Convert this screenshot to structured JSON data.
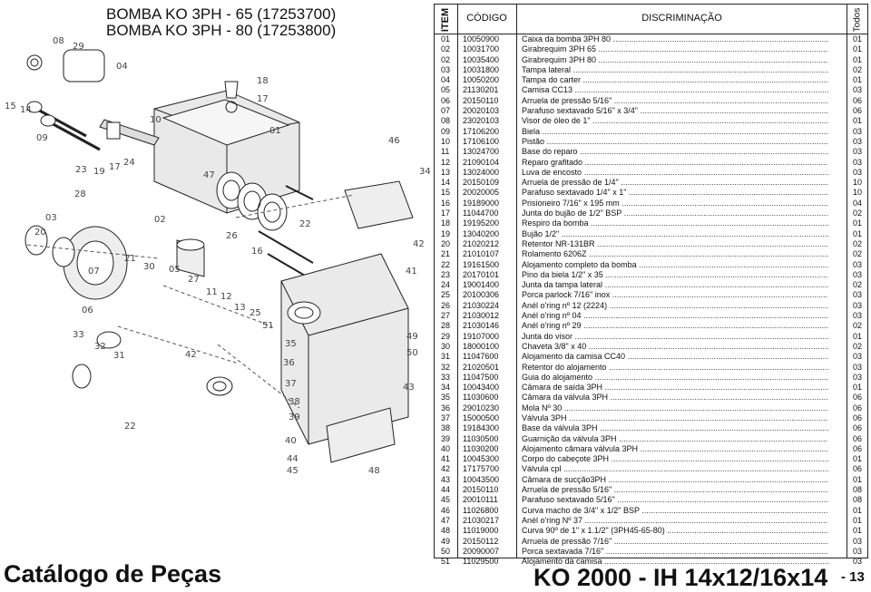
{
  "header": {
    "title_line1": "BOMBA KO 3PH - 65 (17253700)",
    "title_line2": "BOMBA KO 3PH - 80 (17253800)"
  },
  "footer": {
    "catalog_title": "Catálogo de Peças",
    "model": "KO 2000 - IH 14x12/16x14",
    "page": "- 13"
  },
  "table": {
    "headers": {
      "item": "ITEM",
      "code": "CÓDIGO",
      "description": "DISCRIMINAÇÃO",
      "qty": "Todos"
    },
    "rows": [
      {
        "item": "01",
        "code": "10050900",
        "desc": "Caixa da bomba 3PH 80",
        "qty": "01"
      },
      {
        "item": "02",
        "code": "10031700",
        "desc": "Girabrequim 3PH 65",
        "qty": "01"
      },
      {
        "item": "02",
        "code": "10035400",
        "desc": "Girabrequim 3PH 80",
        "qty": "01"
      },
      {
        "item": "03",
        "code": "10031800",
        "desc": "Tampa lateral",
        "qty": "02"
      },
      {
        "item": "04",
        "code": "10050200",
        "desc": "Tampa do carter",
        "qty": "01"
      },
      {
        "item": "05",
        "code": "21130201",
        "desc": "Camisa CC13",
        "qty": "03"
      },
      {
        "item": "06",
        "code": "20150110",
        "desc": "Arruela de pressão 5/16\"",
        "qty": "06"
      },
      {
        "item": "07",
        "code": "20020103",
        "desc": "Parafuso sextavado 5/16\" x 3/4\"",
        "qty": "06"
      },
      {
        "item": "08",
        "code": "23020103",
        "desc": "Visor de óleo de 1\"",
        "qty": "01"
      },
      {
        "item": "09",
        "code": "17106200",
        "desc": "Biela",
        "qty": "03"
      },
      {
        "item": "10",
        "code": "17106100",
        "desc": "Pistão",
        "qty": "03"
      },
      {
        "item": "11",
        "code": "13024700",
        "desc": "Base do reparo",
        "qty": "03"
      },
      {
        "item": "12",
        "code": "21090104",
        "desc": "Reparo grafitado",
        "qty": "03"
      },
      {
        "item": "13",
        "code": "13024000",
        "desc": "Luva de encosto",
        "qty": "03"
      },
      {
        "item": "14",
        "code": "20150109",
        "desc": "Arruela de pressão de 1/4\"",
        "qty": "10"
      },
      {
        "item": "15",
        "code": "20020005",
        "desc": "Parafuso sextavado 1/4\" x 1\"",
        "qty": "10"
      },
      {
        "item": "16",
        "code": "19189000",
        "desc": "Prisioneiro 7/16\" x 195 mm",
        "qty": "04"
      },
      {
        "item": "17",
        "code": "11044700",
        "desc": "Junta do bujão de 1/2\" BSP",
        "qty": "02"
      },
      {
        "item": "18",
        "code": "19195200",
        "desc": "Respiro da bomba",
        "qty": "01"
      },
      {
        "item": "19",
        "code": "13040200",
        "desc": "Bujão 1/2\"",
        "qty": "01"
      },
      {
        "item": "20",
        "code": "21020212",
        "desc": "Retentor NR-131BR",
        "qty": "02"
      },
      {
        "item": "21",
        "code": "21010107",
        "desc": "Rolamento 6206Z",
        "qty": "02"
      },
      {
        "item": "22",
        "code": "19161500",
        "desc": "Alojamento completo da bomba",
        "qty": "03"
      },
      {
        "item": "23",
        "code": "20170101",
        "desc": "Pino da biela 1/2\" x 35",
        "qty": "03"
      },
      {
        "item": "24",
        "code": "19001400",
        "desc": "Junta da tampa lateral",
        "qty": "02"
      },
      {
        "item": "25",
        "code": "20100306",
        "desc": "Porca parlock 7/16\" inox",
        "qty": "03"
      },
      {
        "item": "26",
        "code": "21030224",
        "desc": "Anél o'ring nº 12 (2224)",
        "qty": "03"
      },
      {
        "item": "27",
        "code": "21030012",
        "desc": "Anél o'ring nº 04",
        "qty": "03"
      },
      {
        "item": "28",
        "code": "21030146",
        "desc": "Anél o'ring nº 29",
        "qty": "02"
      },
      {
        "item": "29",
        "code": "19107000",
        "desc": "Junta do visor",
        "qty": "01"
      },
      {
        "item": "30",
        "code": "18000100",
        "desc": "Chaveta 3/8\" x 40",
        "qty": "02"
      },
      {
        "item": "31",
        "code": "11047600",
        "desc": "Alojamento da camisa CC40",
        "qty": "03"
      },
      {
        "item": "32",
        "code": "21020501",
        "desc": "Retentor do alojamento",
        "qty": "03"
      },
      {
        "item": "33",
        "code": "11047500",
        "desc": "Guia do alojamento",
        "qty": "03"
      },
      {
        "item": "34",
        "code": "10043400",
        "desc": "Câmara de saída 3PH",
        "qty": "01"
      },
      {
        "item": "35",
        "code": "11030600",
        "desc": "Câmara da válvula 3PH",
        "qty": "06"
      },
      {
        "item": "36",
        "code": "29010230",
        "desc": "Mola Nº 30",
        "qty": "06"
      },
      {
        "item": "37",
        "code": "15000500",
        "desc": "Válvula 3PH",
        "qty": "06"
      },
      {
        "item": "38",
        "code": "19184300",
        "desc": "Base da válvula 3PH",
        "qty": "06"
      },
      {
        "item": "39",
        "code": "11030500",
        "desc": "Guarnição da válvula 3PH",
        "qty": "06"
      },
      {
        "item": "40",
        "code": "11030200",
        "desc": "Alojamento câmara válvula 3PH",
        "qty": "06"
      },
      {
        "item": "41",
        "code": "10045300",
        "desc": "Corpo do cabeçote 3PH",
        "qty": "01"
      },
      {
        "item": "42",
        "code": "17175700",
        "desc": "Válvula cpl",
        "qty": "06"
      },
      {
        "item": "43",
        "code": "10043500",
        "desc": "Câmara de sucção3PH",
        "qty": "01"
      },
      {
        "item": "44",
        "code": "20150110",
        "desc": "Arruela de pressão 5/16\"",
        "qty": "08"
      },
      {
        "item": "45",
        "code": "20010111",
        "desc": "Parafuso sextavado 5/16\"",
        "qty": "08"
      },
      {
        "item": "46",
        "code": "11026800",
        "desc": "Curva macho de 3/4\" x 1/2\" BSP",
        "qty": "01"
      },
      {
        "item": "47",
        "code": "21030217",
        "desc": "Anél o'ring Nº 37",
        "qty": "01"
      },
      {
        "item": "48",
        "code": "11019000",
        "desc": "Curva 90º de 1\" x 1.1/2\" (3PH45-65-80)",
        "qty": "01"
      },
      {
        "item": "49",
        "code": "20150112",
        "desc": "Arruela de pressão 7/16\"",
        "qty": "03"
      },
      {
        "item": "50",
        "code": "20090007",
        "desc": "Porca sextavada 7/16\"",
        "qty": "03"
      },
      {
        "item": "51",
        "code": "11029500",
        "desc": "Alojamento da camisa",
        "qty": "03"
      }
    ]
  },
  "diagram": {
    "callouts": [
      "08",
      "29",
      "04",
      "15",
      "14",
      "10",
      "18",
      "17",
      "01",
      "09",
      "23",
      "19",
      "17",
      "24",
      "46",
      "47",
      "34",
      "28",
      "03",
      "20",
      "02",
      "22",
      "26",
      "16",
      "42",
      "21",
      "30",
      "05",
      "07",
      "06",
      "27",
      "11",
      "12",
      "13",
      "25",
      "51",
      "41",
      "33",
      "32",
      "31",
      "42",
      "35",
      "49",
      "36",
      "50",
      "37",
      "43",
      "38",
      "22",
      "39",
      "40",
      "44",
      "45",
      "48"
    ]
  }
}
